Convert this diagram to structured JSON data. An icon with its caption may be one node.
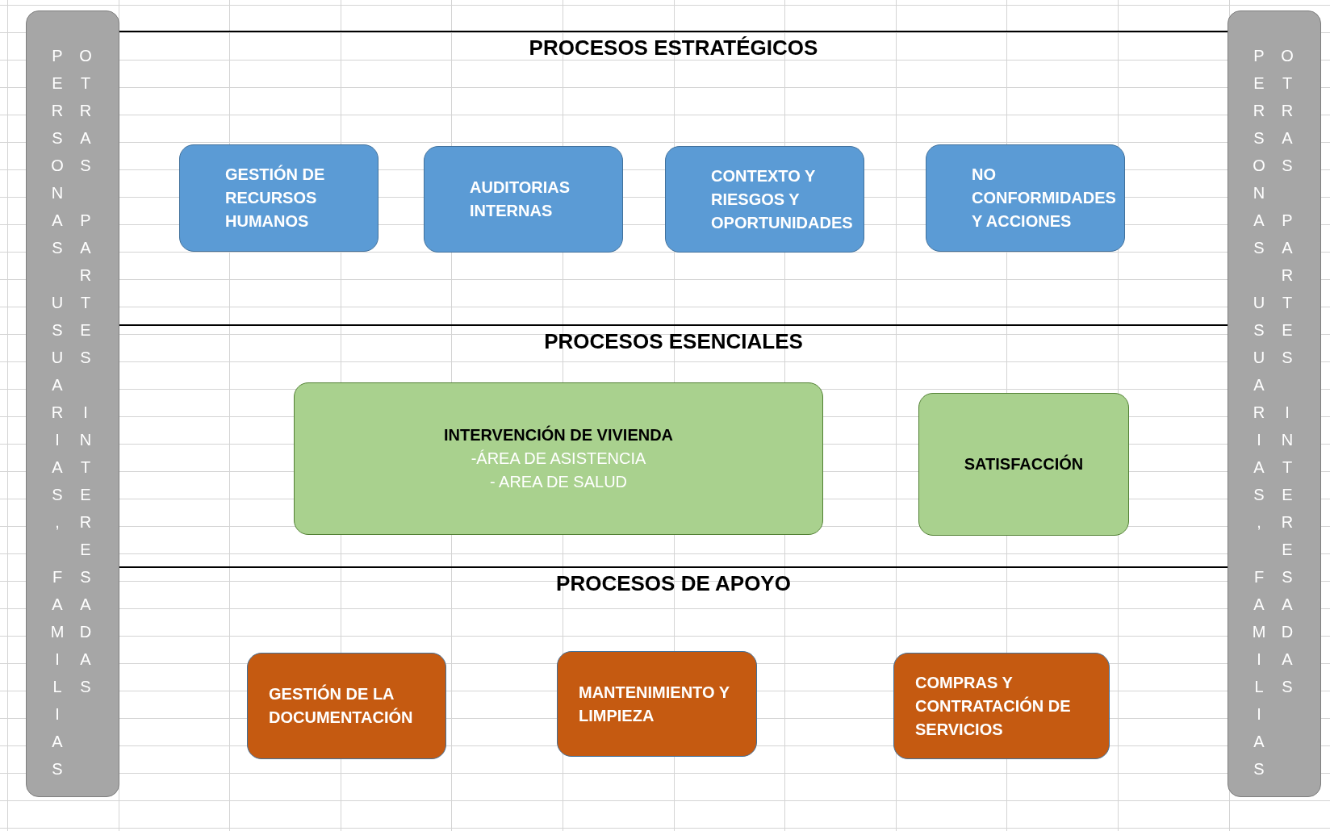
{
  "diagram": {
    "nodes": [
      {
        "text": [
          "PERSONAS USUARIAS, FAMILIAS",
          "OTRAS PARTES INTERESADAS"
        ]
      },
      {
        "text": [
          "PROCESOS ESTRATÉGICOS"
        ]
      },
      {
        "text": [
          "GESTIÓN DE RECURSOS HUMANOS"
        ],
        "in": 1
      },
      {
        "text": [
          "AUDITORIAS INTERNAS"
        ],
        "in": 1
      },
      {
        "text": [
          "CONTEXTO Y RIESGOS Y OPORTUNIDADES"
        ],
        "in": 1
      },
      {
        "text": [
          "NO CONFORMIDADES Y ACCIONES"
        ],
        "in": 1
      },
      {
        "text": [
          "PROCESOS ESENCIALES"
        ]
      },
      {
        "text": [
          "INTERVENCIÓN DE VIVIENDA",
          "-ÁREA DE ASISTENCIA",
          "- AREA DE SALUD"
        ],
        "in": 6
      },
      {
        "text": [
          "SATISFACCIÓN"
        ],
        "in": 6
      },
      {
        "text": [
          "PROCESOS DE APOYO"
        ]
      },
      {
        "text": [
          "GESTIÓN DE LA DOCUMENTACIÓN"
        ],
        "in": 9
      },
      {
        "text": [
          "MANTENIMIENTO Y LIMPIEZA"
        ],
        "in": 9
      },
      {
        "text": [
          "COMPRAS Y CONTRATACIÓN DE SERVICIOS"
        ],
        "in": 9
      },
      {
        "text": [
          "PERSONAS USUARIAS, FAMILIAS",
          "OTRAS PARTES INTERESADAS"
        ]
      }
    ],
    "edges": []
  }
}
